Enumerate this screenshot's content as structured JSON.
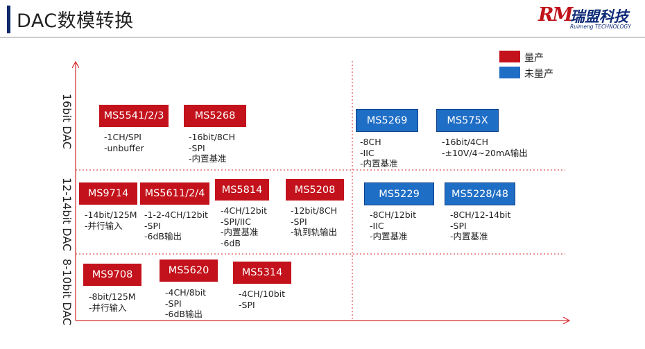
{
  "header": {
    "title": "DAC数模转换",
    "logo_mark": "RM",
    "logo_name": "瑞盟科技",
    "logo_sub": "Ruimeng TECHNOLOGY"
  },
  "legend": [
    {
      "label": "量产",
      "color": "#c3121b"
    },
    {
      "label": "未量产",
      "color": "#1f6ec5"
    }
  ],
  "axis_labels": {
    "row_16bit": "16bit DAC",
    "row_12_14bit": "12-14bit DAC",
    "row_8_10bit": "8-10bit DAC"
  },
  "products": [
    {
      "name": "MS5541/2/3",
      "status": "量产",
      "desc": [
        "-1CH/SPI",
        "-unbuffer"
      ]
    },
    {
      "name": "MS5268",
      "status": "量产",
      "desc": [
        "-16bit/8CH",
        "-SPI",
        "-内置基准"
      ]
    },
    {
      "name": "MS5269",
      "status": "未量产",
      "desc": [
        "-8CH",
        "-IIC",
        "-内置基准"
      ]
    },
    {
      "name": "MS575X",
      "status": "未量产",
      "desc": [
        "-16bit/4CH",
        "-±10V/4~20mA输出"
      ]
    },
    {
      "name": "MS9714",
      "status": "量产",
      "desc": [
        "-14bit/125M",
        "-并行输入"
      ]
    },
    {
      "name": "MS5611/2/4",
      "status": "量产",
      "desc": [
        "-1-2-4CH/12bit",
        "-SPI",
        "-6dB输出"
      ]
    },
    {
      "name": "MS5814",
      "status": "量产",
      "desc": [
        "-4CH/12bit",
        "-SPI/IIC",
        "-内置基准",
        "-6dB"
      ]
    },
    {
      "name": "MS5208",
      "status": "量产",
      "desc": [
        "-12bit/8CH",
        "-SPI",
        "-轨到轨输出"
      ]
    },
    {
      "name": "MS5229",
      "status": "未量产",
      "desc": [
        "-8CH/12bit",
        "-IIC",
        "-内置基准"
      ]
    },
    {
      "name": "MS5228/48",
      "status": "未量产",
      "desc": [
        "-8CH/12-14bit",
        "-SPI",
        "-内置基准"
      ]
    },
    {
      "name": "MS9708",
      "status": "量产",
      "desc": [
        "-8bit/125M",
        "-并行输入"
      ]
    },
    {
      "name": "MS5620",
      "status": "量产",
      "desc": [
        "-4CH/8bit",
        "-SPI",
        "-6dB输出"
      ]
    },
    {
      "name": "MS5314",
      "status": "量产",
      "desc": [
        "-4CH/10bit",
        "-SPI"
      ]
    }
  ]
}
